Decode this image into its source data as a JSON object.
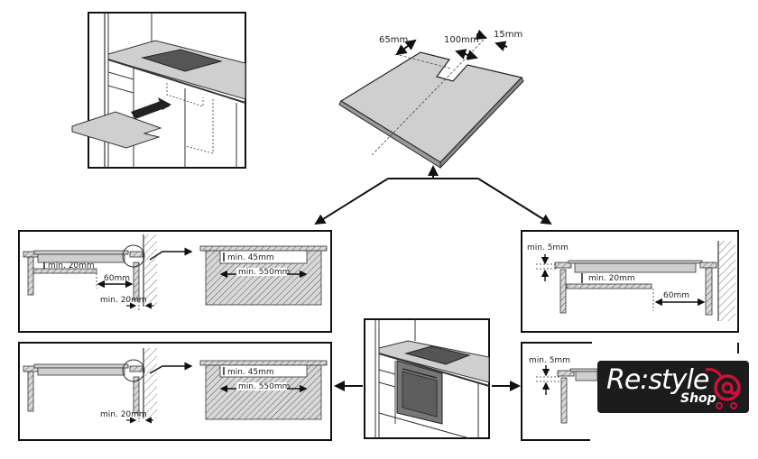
{
  "diagram": {
    "title": "Built-in hob installation clearances",
    "top_panel": {
      "labels": {
        "dim_65": "65mm",
        "dim_100": "100mm",
        "dim_15": "15mm"
      }
    },
    "mid_left_panel": {
      "labels": {
        "gap_under_hob": "min. 20mm",
        "gap_to_wall": "60mm",
        "side_gap": "min. 20mm",
        "detail_depth": "min. 45mm",
        "detail_width": "min. 550mm"
      }
    },
    "mid_right_panel": {
      "labels": {
        "lip": "min. 5mm",
        "gap_under_hob": "min. 20mm",
        "gap_to_wall": "60mm"
      }
    },
    "bottom_left_panel": {
      "labels": {
        "side_gap": "min. 20mm",
        "detail_depth": "min. 45mm",
        "detail_width": "min. 550mm"
      }
    },
    "bottom_right_panel": {
      "labels": {
        "lip": "min. 5mm"
      }
    }
  },
  "logo": {
    "brand": "Re:style",
    "sub": "Shop",
    "accent_color": "#d0103a",
    "bg_color": "#1c1c1c"
  }
}
